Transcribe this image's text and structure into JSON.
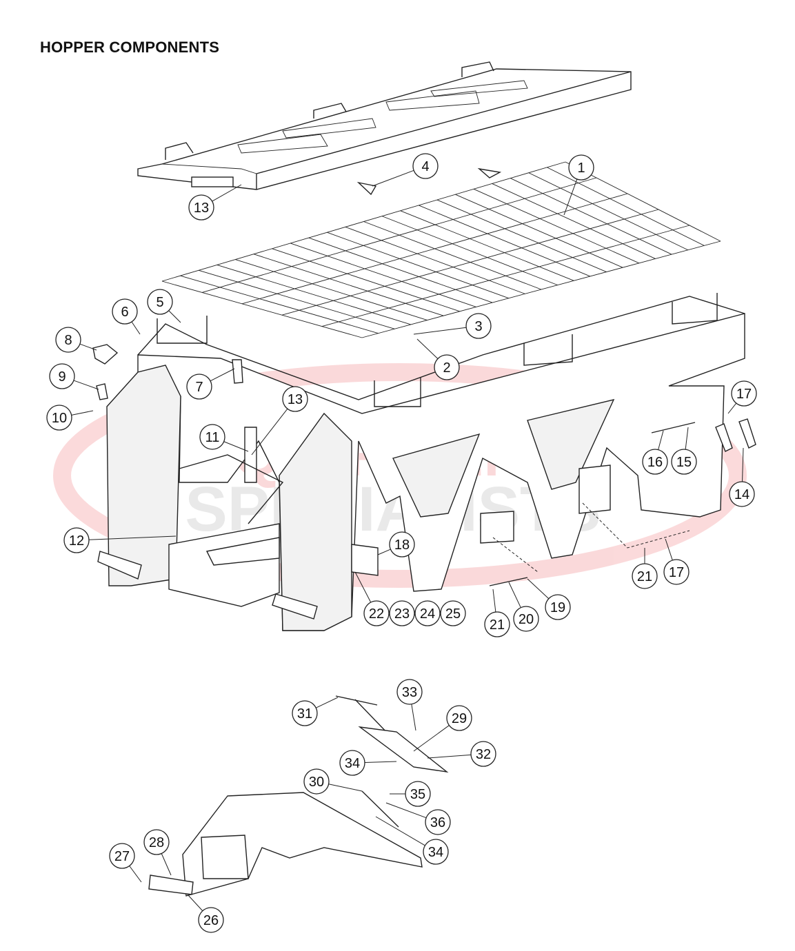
{
  "title": "HOPPER COMPONENTS",
  "watermark": {
    "line1": "EQUIPMENT",
    "line2": "SPECIALISTS",
    "colors": {
      "red": "#e8333a",
      "gray": "#8a8a8a"
    }
  },
  "callouts": [
    "1",
    "4",
    "13",
    "6",
    "5",
    "8",
    "3",
    "2",
    "9",
    "7",
    "13",
    "10",
    "17",
    "11",
    "16",
    "15",
    "14",
    "12",
    "18",
    "19",
    "21",
    "17",
    "22",
    "23",
    "24",
    "25",
    "21",
    "20",
    "33",
    "31",
    "29",
    "32",
    "34",
    "30",
    "35",
    "36",
    "34",
    "28",
    "27",
    "26"
  ]
}
